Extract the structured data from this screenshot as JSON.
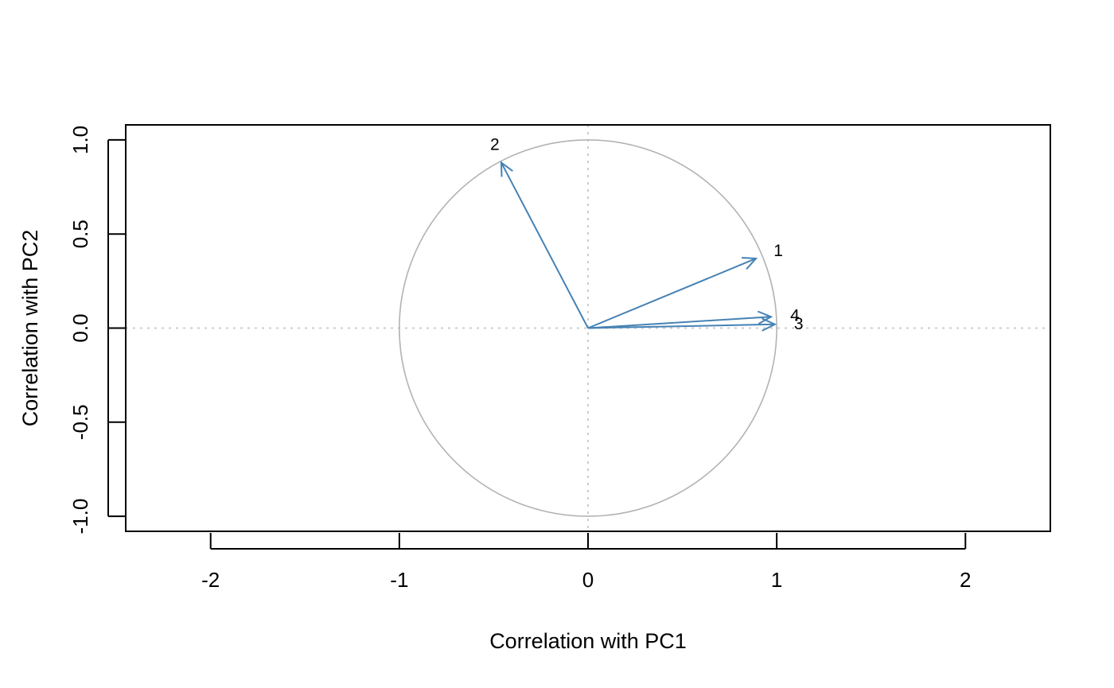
{
  "chart_data": {
    "type": "scatter",
    "title": "",
    "xlabel": "Correlation with PC1",
    "ylabel": "Correlation with PC2",
    "xlim": [
      -2.45,
      2.45
    ],
    "ylim": [
      -1.08,
      1.08
    ],
    "x_ticks": [
      "-2",
      "-1",
      "0",
      "1",
      "2"
    ],
    "y_ticks": [
      "-1.0",
      "-0.5",
      "0.0",
      "0.5",
      "1.0"
    ],
    "grid": false,
    "reference_lines": {
      "x": 0,
      "y": 0,
      "style": "dotted"
    },
    "unit_circle": {
      "radius": 1
    },
    "arrows": [
      {
        "label": "1",
        "x": 0.89,
        "y": 0.37
      },
      {
        "label": "2",
        "x": -0.46,
        "y": 0.88
      },
      {
        "label": "3",
        "x": 0.99,
        "y": 0.02
      },
      {
        "label": "4",
        "x": 0.97,
        "y": 0.06
      }
    ],
    "colors": {
      "arrow": "#4682b4",
      "circle": "#b3b3b3",
      "reference": "#cccccc",
      "axis": "#000000"
    }
  }
}
